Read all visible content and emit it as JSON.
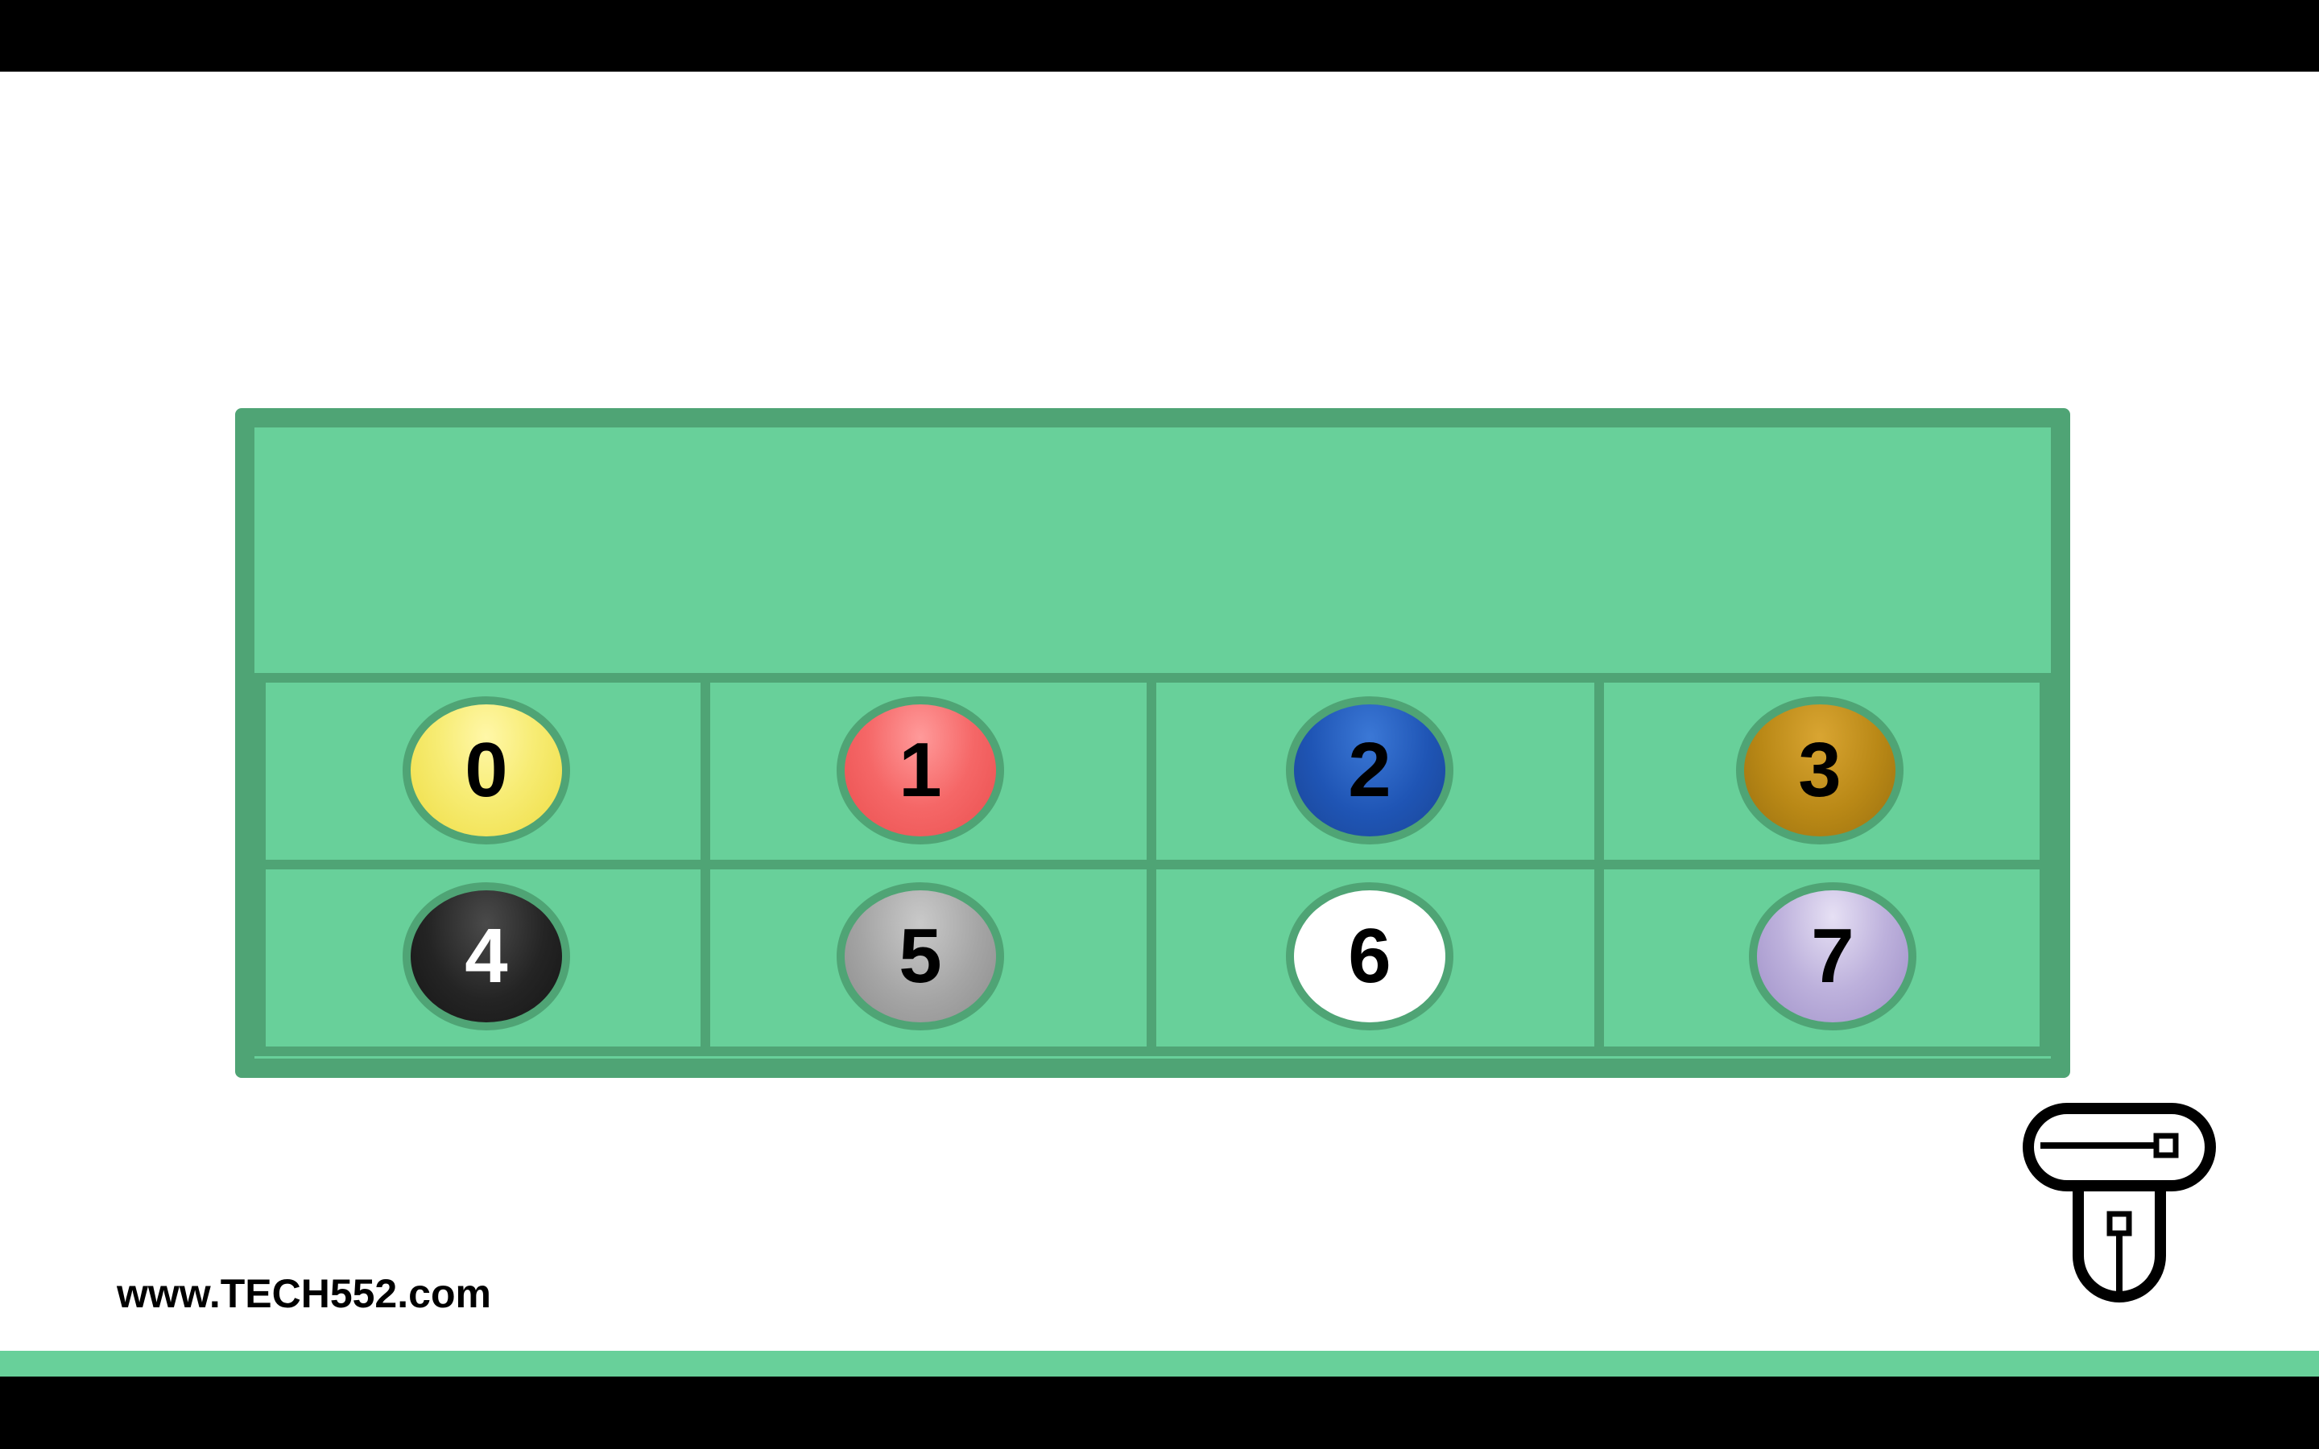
{
  "colors": {
    "top_bar": "#000000",
    "bottom_bar": "#000000",
    "accent_strip": "#68d09a",
    "board_fill": "#68d09a",
    "board_border": "#4fa475",
    "background": "#ffffff"
  },
  "board": {
    "slots": [
      {
        "label": "0",
        "color": "#f7ec74"
      },
      {
        "label": "1",
        "color": "#f56767"
      },
      {
        "label": "2",
        "color": "#1f55b5"
      },
      {
        "label": "3",
        "color": "#b98816"
      },
      {
        "label": "4",
        "color": "#242424"
      },
      {
        "label": "5",
        "color": "#a5a5a5"
      },
      {
        "label": "6",
        "color": "#ffffff"
      },
      {
        "label": "7",
        "color": "#bdb1dc"
      }
    ]
  },
  "footer": {
    "url": "www.TECH552.com",
    "logo_icon": "tech552-logo-icon"
  }
}
